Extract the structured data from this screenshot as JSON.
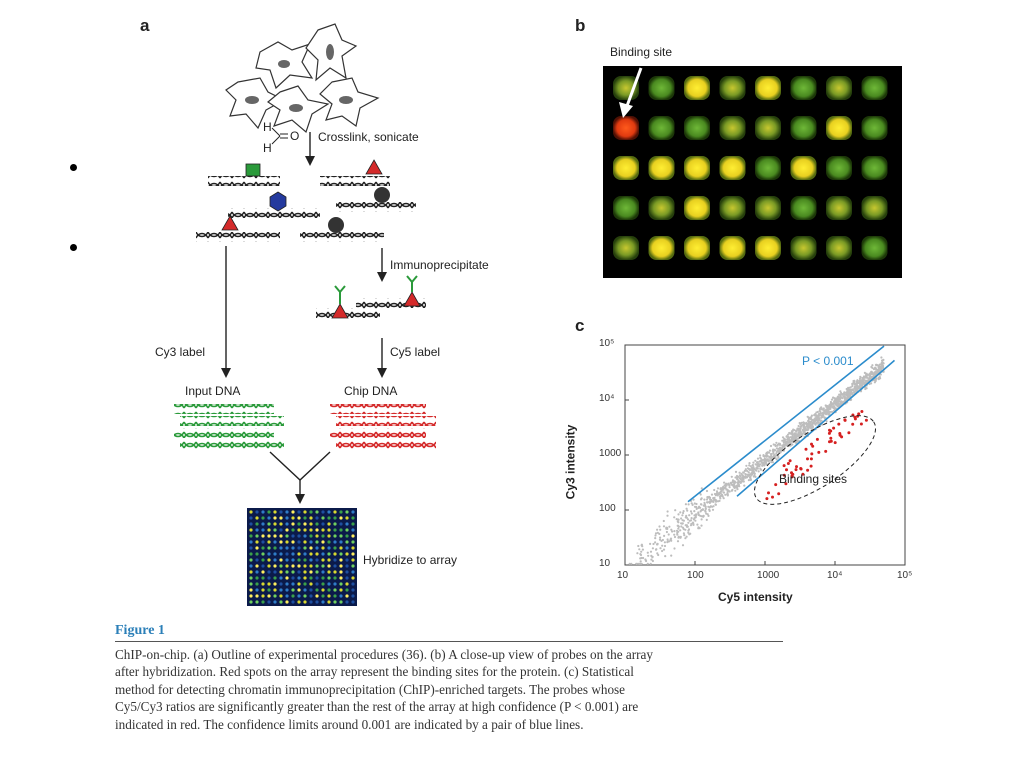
{
  "panels": {
    "a": {
      "letter": "a",
      "crosslink": "Crosslink, sonicate",
      "formaldehyde": {
        "h1": "H",
        "h2": "H",
        "o": "O"
      },
      "immunoprecipitate": "Immunoprecipitate",
      "cy3_label": "Cy3 label",
      "cy5_label": "Cy5 label",
      "input_dna": "Input DNA",
      "chip_dna": "Chip DNA",
      "hybridize": "Hybridize to array"
    },
    "b": {
      "letter": "b",
      "binding_site": "Binding site"
    },
    "c": {
      "letter": "c",
      "p_label": "P < 0.001",
      "binding_sites": "Binding sites"
    }
  },
  "chart_data": {
    "type": "scatter",
    "xlabel": "Cy5 intensity",
    "ylabel": "Cy3 intensity",
    "xscale": "log",
    "yscale": "log",
    "xlim": [
      10,
      100000
    ],
    "ylim": [
      10,
      100000
    ],
    "xticks": [
      "10",
      "100",
      "1000",
      "10⁴",
      "10⁵"
    ],
    "yticks": [
      "10",
      "100",
      "1000",
      "10⁴",
      "10⁵"
    ],
    "series": [
      {
        "color": "#b8b8b8",
        "description": "probes, gray dense cloud along diagonal"
      },
      {
        "color": "#d62020",
        "description": "enriched probes"
      },
      {
        "color": "#2b8ccc",
        "description": "confidence limits"
      }
    ],
    "annotations": [
      "P < 0.001",
      "Binding sites"
    ]
  },
  "caption": {
    "title": "Figure 1",
    "lines": [
      "ChIP-on-chip. (a) Outline of experimental procedures (36). (b) A close-up view of probes on the array",
      "after hybridization. Red spots on the array represent the binding sites for the protein. (c) Statistical",
      "method for detecting chromatin immunoprecipitation (ChIP)-enriched targets. The probes whose",
      "Cy5/Cy3 ratios are significantly greater than the rest of the array at high confidence (P < 0.001) are",
      "indicated in red. The confidence limits around 0.001 are indicated by a pair of blue lines."
    ]
  }
}
